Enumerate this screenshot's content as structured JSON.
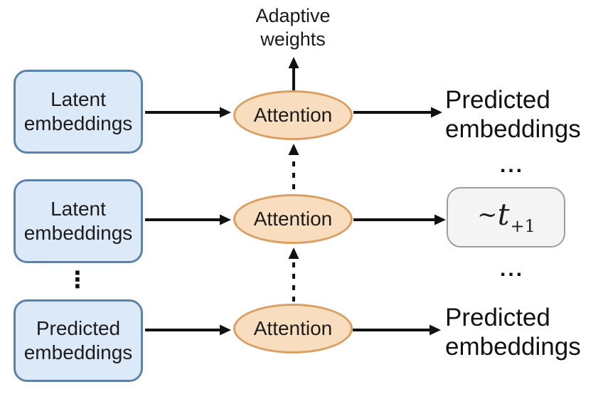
{
  "diagram": {
    "top_label": "Adaptive weights",
    "source_boxes": [
      {
        "label": "Latent embeddings"
      },
      {
        "label": "Latent embeddings"
      },
      {
        "label": "Predicted embeddings"
      }
    ],
    "attention_nodes": [
      {
        "label": "Attention"
      },
      {
        "label": "Attention"
      },
      {
        "label": "Attention"
      }
    ],
    "outputs": {
      "row1": "Predicted embeddings",
      "row3": "Predicted embeddings",
      "math": {
        "tilde": "~",
        "variable": "t",
        "subscript": "+1"
      }
    },
    "ellipses": {
      "horizontal_top": "...",
      "horizontal_bottom": "...",
      "vertical": "⋮"
    },
    "colors": {
      "background": "#ffffff",
      "source_box_fill": "#dbe9f8",
      "source_box_border": "#5b82a9",
      "attention_fill": "#f9ddbf",
      "attention_border": "#d99f63",
      "output_box_fill": "#f4f4f4",
      "output_box_border": "#9e9e9e",
      "arrow": "#111111",
      "text": "#1a1a1a"
    }
  }
}
